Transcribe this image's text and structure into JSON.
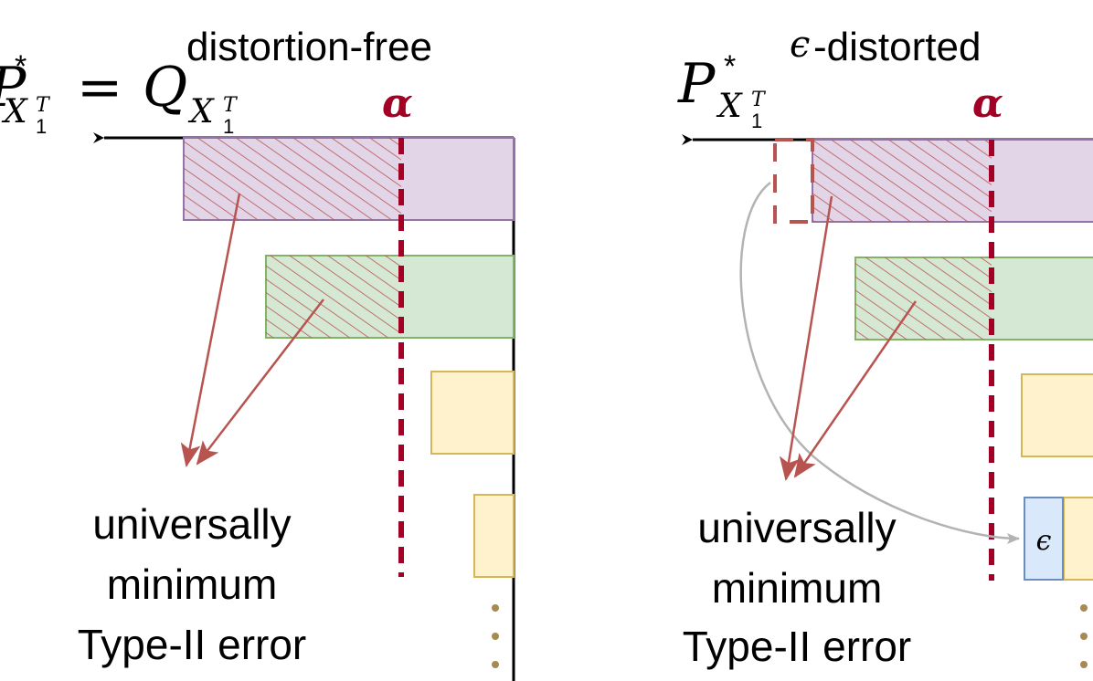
{
  "left_panel": {
    "title": "distortion-free",
    "formula": {
      "lhs": "P",
      "lhs_sup": "*",
      "lhs_sub": "X",
      "lhs_sub_sub": "1",
      "lhs_sub_sup": "T",
      "equals": "=",
      "rhs": "Q",
      "rhs_sub": "X",
      "rhs_sub_sub": "1",
      "rhs_sub_sup": "T"
    },
    "alpha": "α",
    "caption": [
      "universally",
      "minimum",
      "Type-II error"
    ]
  },
  "right_panel": {
    "title_symbol": "ϵ",
    "title": "-distorted",
    "formula": {
      "lhs": "P",
      "lhs_sup": "*",
      "lhs_sub": "X",
      "lhs_sub_sub": "1",
      "lhs_sub_sup": "T"
    },
    "alpha": "α",
    "epsilon_box": "ϵ",
    "caption": [
      "universally",
      "minimum",
      "Type-II error"
    ]
  },
  "colors": {
    "purple_fill": "#e1d5e7",
    "purple_stroke": "#9673a6",
    "green_fill": "#d5e8d4",
    "green_stroke": "#82b366",
    "yellow_fill": "#fff2cc",
    "yellow_stroke": "#d6b656",
    "blue_fill": "#dae8fc",
    "blue_stroke": "#6c8ebf",
    "hatch": "#b85450",
    "alpha_red": "#a20025",
    "gray_arrow": "#b3b3b3",
    "dots": "#a68a52"
  }
}
